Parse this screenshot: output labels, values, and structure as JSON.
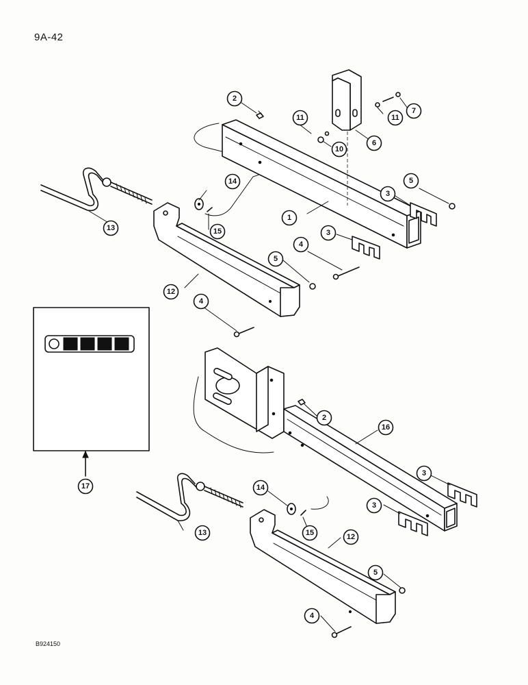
{
  "page_number": "9A-42",
  "figure_code": "B924150",
  "callouts": {
    "c1": "1",
    "c2a": "2",
    "c2b": "2",
    "c3a": "3",
    "c3b": "3",
    "c3c": "3",
    "c3d": "3",
    "c4a": "4",
    "c4b": "4",
    "c4c": "4",
    "c5a": "5",
    "c5b": "5",
    "c5c": "5",
    "c6": "6",
    "c7": "7",
    "c10": "10",
    "c11a": "11",
    "c11b": "11",
    "c12a": "12",
    "c12b": "12",
    "c13a": "13",
    "c13b": "13",
    "c14a": "14",
    "c14b": "14",
    "c15a": "15",
    "c15b": "15",
    "c16": "16",
    "c17": "17"
  }
}
